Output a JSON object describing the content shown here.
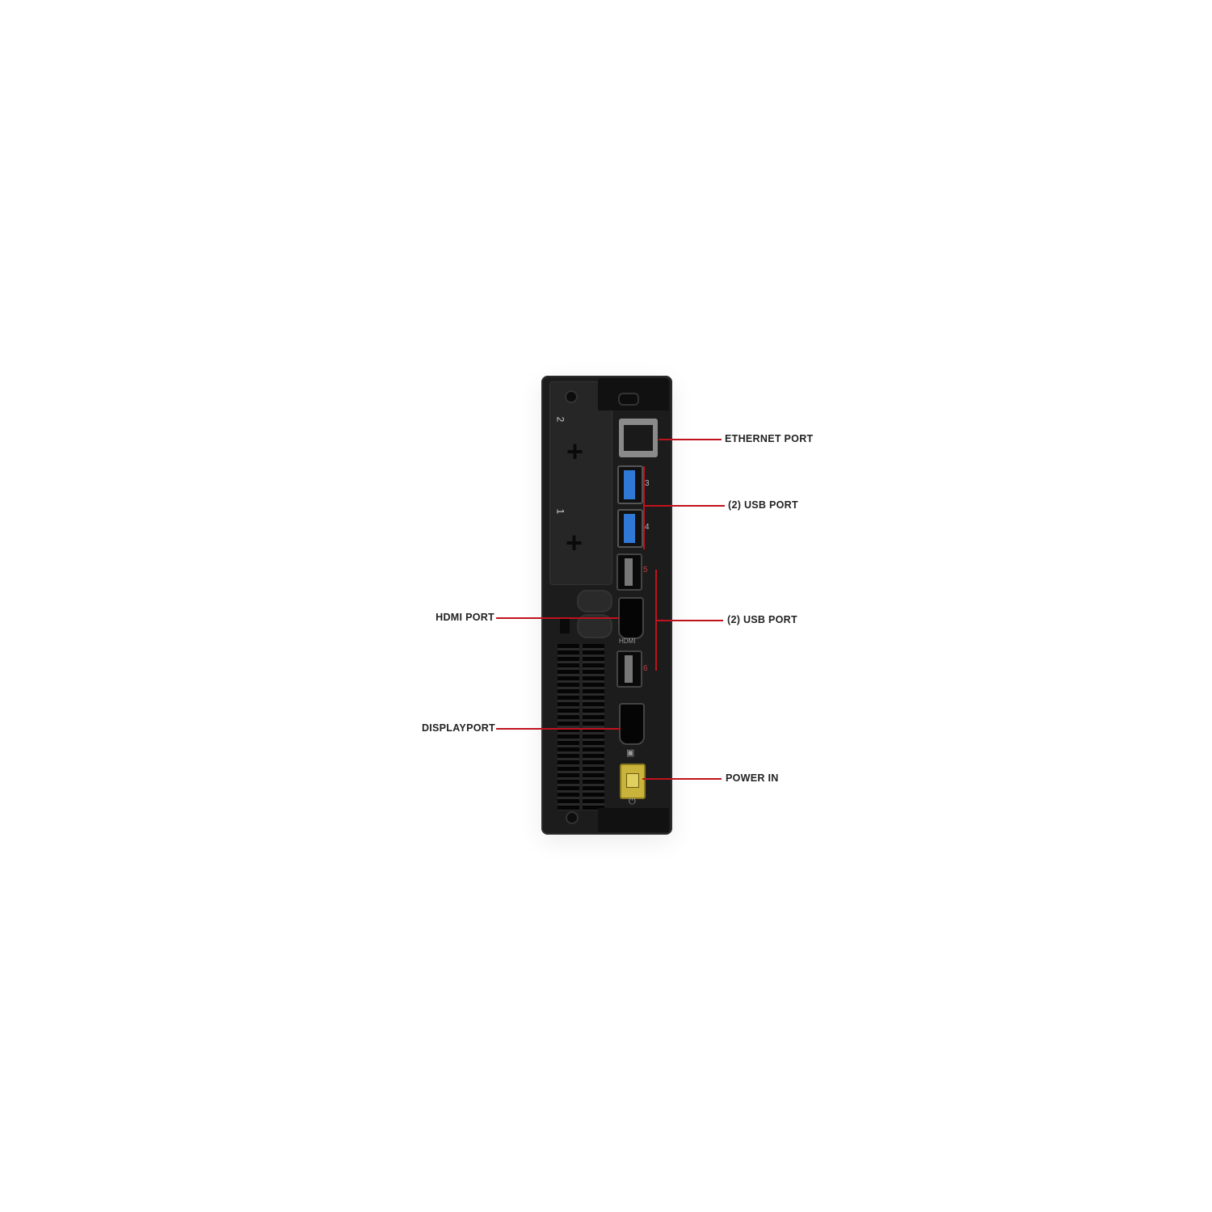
{
  "callouts": {
    "ethernet": "ETHERNET PORT",
    "usb_top": "(2) USB PORT",
    "usb_bottom": "(2) USB PORT",
    "hdmi": "HDMI PORT",
    "displayport": "DISPLAYPORT",
    "power": "POWER IN"
  },
  "device": {
    "slot_numbers": [
      "2",
      "1"
    ],
    "port_numbers": [
      "3",
      "4",
      "5",
      "6"
    ],
    "port_markings": {
      "hdmi": "HDMI"
    }
  },
  "colors": {
    "leader_line": "#c0121c",
    "usb3_tongue": "#2f78d6",
    "power_connector": "#c9b33a",
    "chassis": "#1c1c1c"
  }
}
